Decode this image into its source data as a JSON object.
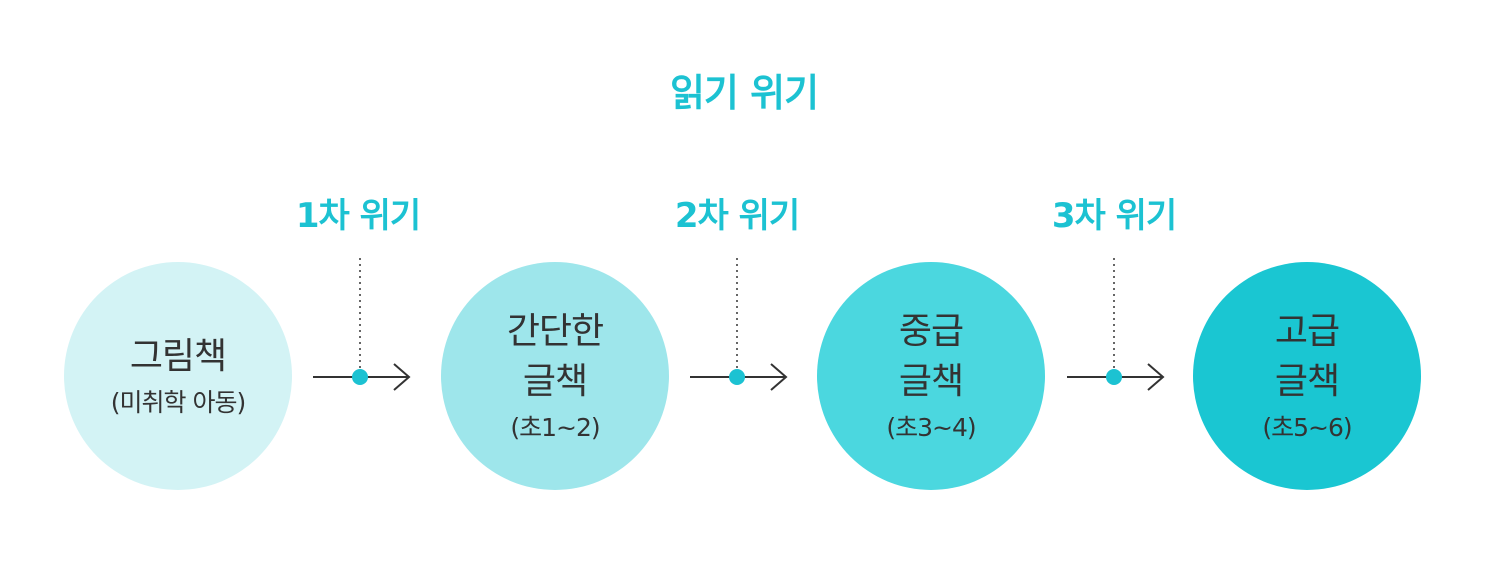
{
  "title": "읽기 위기",
  "crises": [
    {
      "label": "1차 위기"
    },
    {
      "label": "2차 위기"
    },
    {
      "label": "3차 위기"
    }
  ],
  "stages": [
    {
      "main": "그림책",
      "sub": "(미취학 아동)",
      "color": "#d3f3f5"
    },
    {
      "main": "간단한\n글책",
      "sub": "(초1~2)",
      "color": "#9ee6eb"
    },
    {
      "main": "중급\n글책",
      "sub": "(초3~4)",
      "color": "#4bd7df"
    },
    {
      "main": "고급\n글책",
      "sub": "(초5~6)",
      "color": "#1ac6d2"
    }
  ],
  "accent_color": "#1cc2d2",
  "line_color": "#333333"
}
